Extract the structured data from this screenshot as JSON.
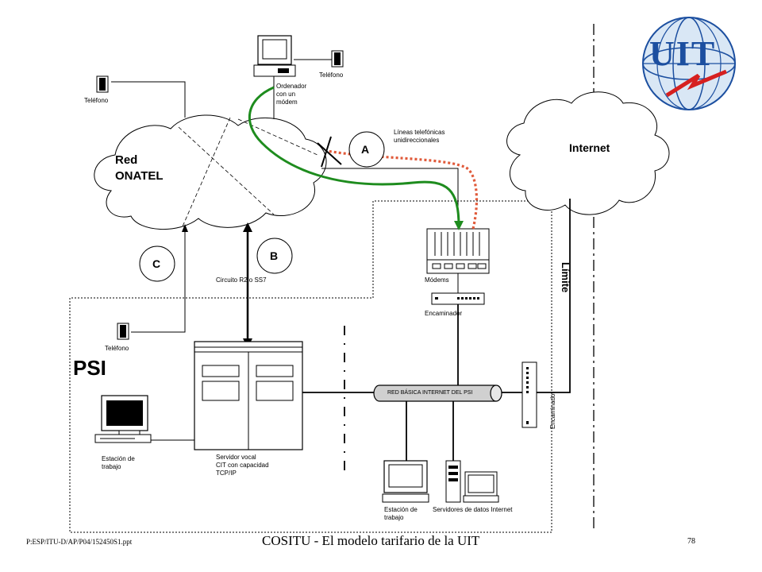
{
  "network": {
    "red_onatel": {
      "line1": "Red",
      "line2": "ONATEL"
    },
    "internet": "Internet",
    "psi": "PSI",
    "limite": "Límite"
  },
  "markers": {
    "a": "A",
    "b": "B",
    "c": "C"
  },
  "labels": {
    "telefono_top": "Teléfono",
    "telefono_left": "Teléfono",
    "telefono_psi": "Teléfono",
    "ordenador": [
      "Ordenador",
      "con un",
      "módem"
    ],
    "lineas": [
      "Líneas telefónicas",
      "unidireccionales"
    ],
    "circuito": "Circuito R2 o SS7",
    "modems": "Módems",
    "encaminador_top": "Encaminador",
    "encaminador_right": "Encaminador",
    "red_basica": "RED BÁSICA INTERNET DEL PSI",
    "estacion_left": [
      "Estación de",
      "trabajo"
    ],
    "servidor_vocal": [
      "Servidor vocal",
      "CIT con capacidad",
      "TCP/IP"
    ],
    "estacion_bottom": [
      "Estación de",
      "trabajo"
    ],
    "servidores_datos": "Servidores de datos Internet"
  },
  "logo": {
    "text": "UIT"
  },
  "footer": {
    "path": "P:ESP/ITU-D/AP/P04/152450S1.ppt",
    "title": "COSITU - El modelo tarifario de la UIT",
    "page": "78"
  },
  "colors": {
    "green_path": "#1e8c1e",
    "red_path": "#e05a3a",
    "logo_blue": "#1c4fa0",
    "logo_red": "#d62020"
  }
}
